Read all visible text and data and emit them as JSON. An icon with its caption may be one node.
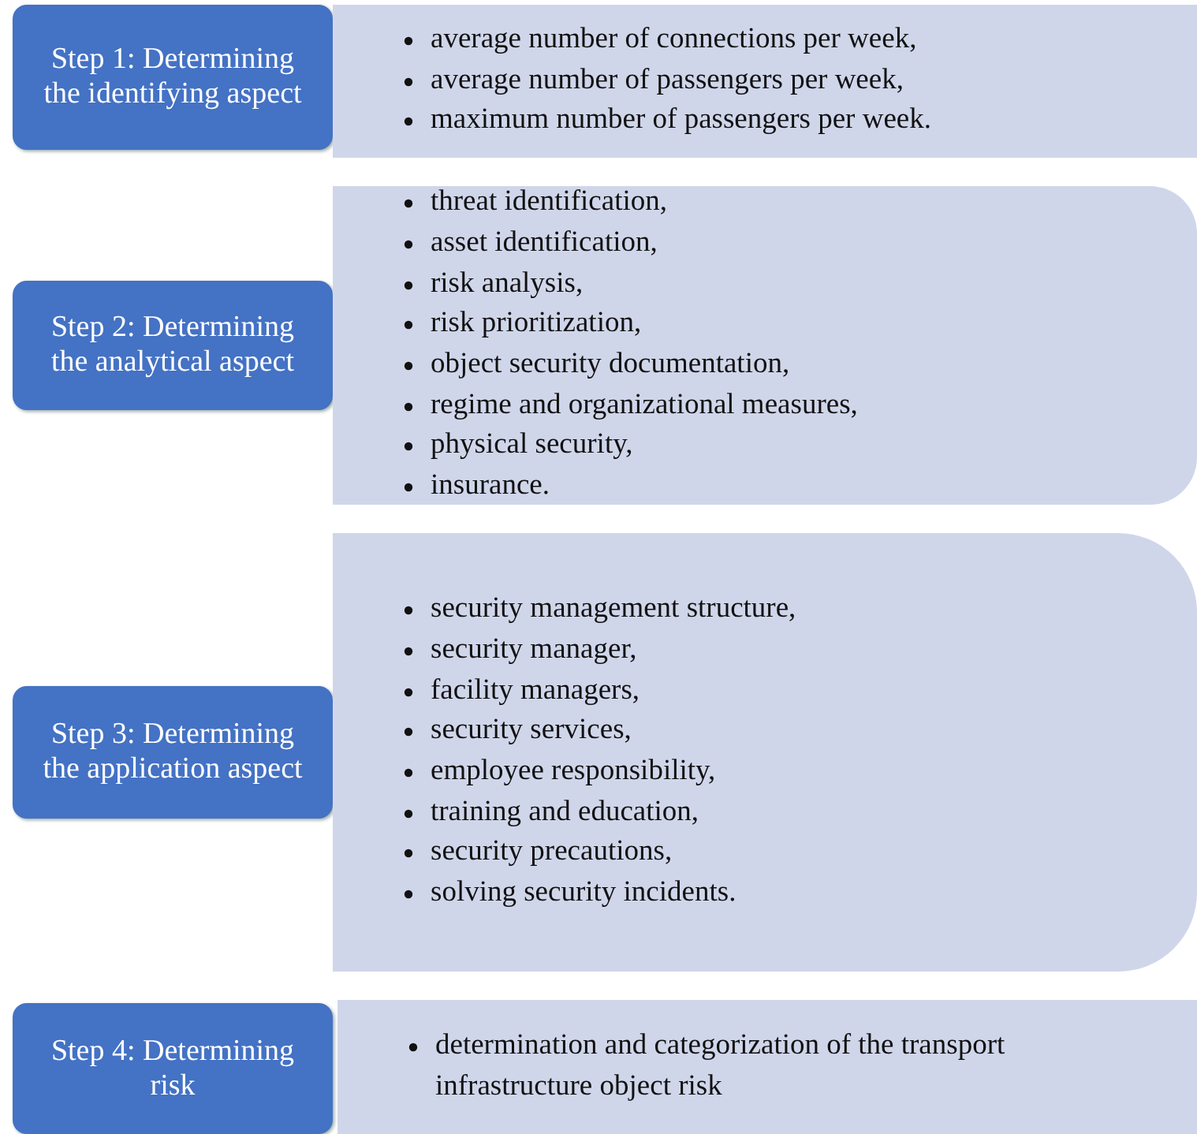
{
  "diagram": {
    "nodes": [
      {
        "text": [
          "Step 1: Determining the identifying aspect"
        ]
      },
      {
        "text": [
          "average number of connections per week,",
          "average number of passengers per week,",
          "maximum number of passengers per week."
        ]
      },
      {
        "text": [
          "Step 2: Determining the analytical aspect"
        ]
      },
      {
        "text": [
          "threat identification,",
          "asset identification,",
          "risk analysis,",
          "risk prioritization,",
          "object security documentation,",
          "regime and organizational measures,",
          "physical security,",
          "insurance."
        ]
      },
      {
        "text": [
          "Step 3: Determining the application aspect"
        ]
      },
      {
        "text": [
          "security management structure,",
          "security manager,",
          "facility managers,",
          "security services,",
          "employee responsibility,",
          "training and education,",
          "security precautions,",
          "solving security incidents."
        ]
      },
      {
        "text": [
          "Step 4: Determining risk"
        ]
      },
      {
        "text": [
          "determination and categorization of the transport infrastructure object risk"
        ]
      }
    ]
  }
}
